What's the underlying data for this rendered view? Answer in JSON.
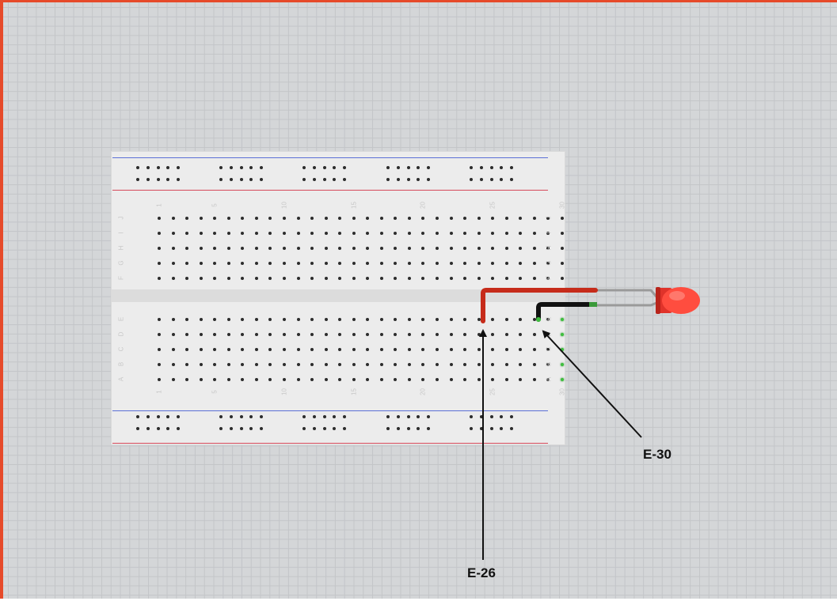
{
  "breadboard": {
    "columns": 30,
    "row_letters_top": [
      "F",
      "G",
      "H",
      "I",
      "J"
    ],
    "row_letters_bottom": [
      "A",
      "B",
      "C",
      "D",
      "E"
    ],
    "column_numbers": [
      "1",
      "5",
      "10",
      "15",
      "20",
      "25",
      "30"
    ]
  },
  "components": {
    "led_color": "#ff3b30",
    "red_wire_color": "#c62b1a",
    "black_wire_color": "#111111",
    "highlight_color": "#3fbf3f"
  },
  "callouts": {
    "e26": "E-26",
    "e30": "E-30"
  }
}
